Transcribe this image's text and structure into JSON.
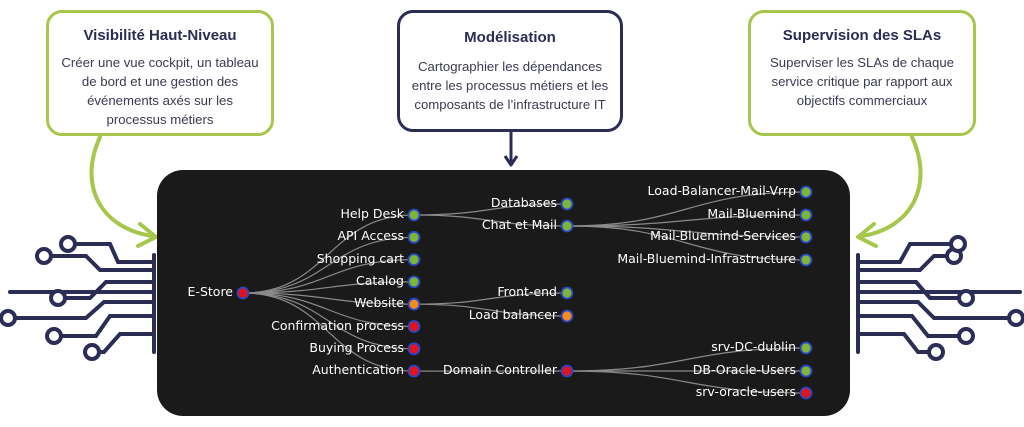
{
  "cards": [
    {
      "title": "Visibilité Haut-Niveau",
      "lines": [
        "Créer une vue cockpit, un tableau",
        "de bord et une gestion des",
        "événements axés sur les",
        "processus métiers"
      ]
    },
    {
      "title": "Modélisation",
      "lines": [
        "Cartographier les dépendances",
        "entre les processus métiers et les",
        "composants de l’infrastructure IT"
      ]
    },
    {
      "title": "Supervision des SLAs",
      "lines": [
        "Superviser les SLAs de chaque",
        "service critique par rapport aux",
        "objectifs commerciaux"
      ]
    }
  ],
  "colors": {
    "accent_green": "#a6c64c",
    "navy": "#2b2d55",
    "panel_bg": "#1a1a1a",
    "status_ok": "#7bb53a",
    "status_critical": "#e0141e",
    "status_warning": "#f28c1e",
    "node_ring": "#2a45c7",
    "link": "#8a8a8a"
  },
  "tree": {
    "root": {
      "label": "E-Store",
      "status": "critical"
    },
    "services": [
      {
        "label": "Help Desk",
        "status": "ok"
      },
      {
        "label": "API Access",
        "status": "ok"
      },
      {
        "label": "Shopping cart",
        "status": "ok"
      },
      {
        "label": "Catalog",
        "status": "ok"
      },
      {
        "label": "Website",
        "status": "warning"
      },
      {
        "label": "Confirmation process",
        "status": "critical"
      },
      {
        "label": "Buying Process",
        "status": "critical"
      },
      {
        "label": "Authentication",
        "status": "critical"
      }
    ],
    "components": [
      {
        "label": "Databases",
        "status": "ok",
        "parent": "Help Desk"
      },
      {
        "label": "Chat et Mail",
        "status": "ok",
        "parent": "Help Desk"
      },
      {
        "label": "Front-end",
        "status": "ok",
        "parent": "Website"
      },
      {
        "label": "Load balancer",
        "status": "warning",
        "parent": "Website"
      },
      {
        "label": "Domain Controller",
        "status": "critical",
        "parent": "Authentication"
      }
    ],
    "infrastructure": [
      {
        "label": "Load-Balancer-Mail-Vrrp",
        "status": "ok",
        "parent": "Chat et Mail"
      },
      {
        "label": "Mail-Bluemind",
        "status": "ok",
        "parent": "Chat et Mail"
      },
      {
        "label": "Mail-Bluemind-Services",
        "status": "ok",
        "parent": "Chat et Mail"
      },
      {
        "label": "Mail-Bluemind-Infrastructure",
        "status": "ok",
        "parent": "Chat et Mail"
      },
      {
        "label": "srv-DC-dublin",
        "status": "ok",
        "parent": "Domain Controller"
      },
      {
        "label": "DB-Oracle-Users",
        "status": "ok",
        "parent": "Domain Controller"
      },
      {
        "label": "srv-oracle-users",
        "status": "critical",
        "parent": "Domain Controller"
      }
    ]
  }
}
